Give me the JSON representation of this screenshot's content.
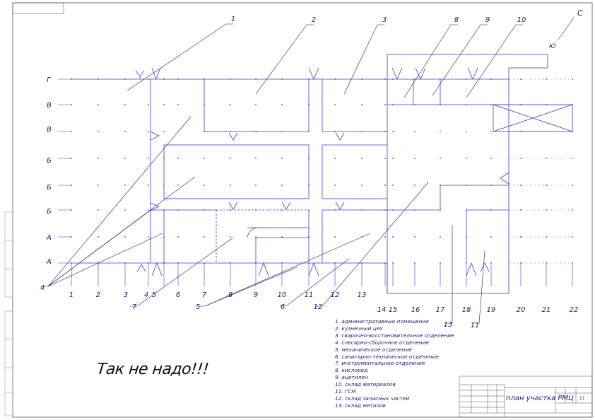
{
  "column_labels": [
    "1",
    "2",
    "3",
    "4",
    "5",
    "6",
    "7",
    "8",
    "9",
    "10",
    "11",
    "12",
    "13",
    "14",
    "15",
    "16",
    "17",
    "18",
    "19",
    "20",
    "21",
    "22"
  ],
  "row_labels": [
    "Г",
    "В",
    "В",
    "Б",
    "Б",
    "Б",
    "А",
    "А"
  ],
  "callouts_top": [
    "1",
    "2",
    "3",
    "8",
    "9",
    "10"
  ],
  "callouts_bottom": [
    "4",
    "7",
    "5",
    "6",
    "12",
    "13",
    "11"
  ],
  "north_marker": {
    "letter": "С",
    "label": "Ю"
  },
  "legend": [
    "1. административные помещения",
    "2. кузнечный цех",
    "3. сварочно-восстановительное отделение",
    "4. слесарно-сборочное отделение",
    "5. механическое отделение",
    "6. санитарно-техническое отделение",
    "7. инструментальное отделение",
    "8. кислород",
    "9. ацетилен",
    "10. склад материалов",
    "11. ГСМ",
    "12. склад запасных частей",
    "13. склад металов"
  ],
  "slogan": "Так не надо!!!",
  "title_block": {
    "title": "план участка РМЦ",
    "sheet": "11"
  }
}
